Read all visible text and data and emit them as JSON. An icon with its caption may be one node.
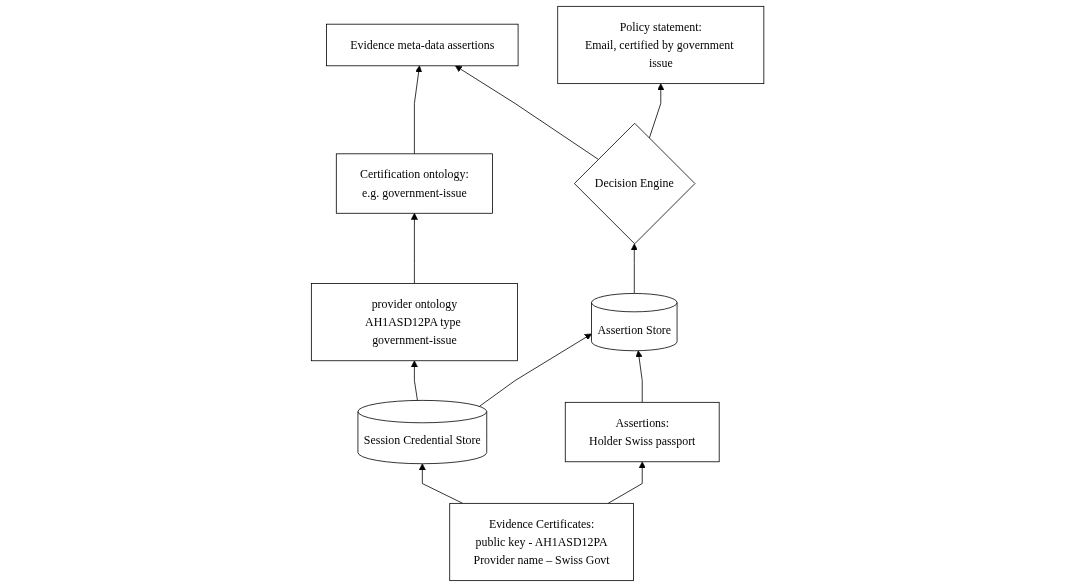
{
  "diagram": {
    "nodes": [
      {
        "text": [
          "Evidence meta-data assertions"
        ]
      },
      {
        "text": [
          "Decision Engine"
        ]
      },
      {
        "text": [
          "Policy statement:",
          "Email, certified by government issue"
        ]
      },
      {
        "text": [
          "Certification ontology:",
          "e.g. government-issue"
        ]
      },
      {
        "text": [
          "provider ontology",
          "AH1ASD12PA type government-issue"
        ]
      },
      {
        "text": [
          "Evidence Certificates:",
          "public key - AH1ASD12PA",
          "Provider name – Swiss Govt"
        ]
      },
      {
        "text": [
          "Session Credential Store"
        ]
      },
      {
        "text": [
          "Assertions:",
          "Holder Swiss passport"
        ]
      },
      {
        "text": [
          "Assertion Store"
        ]
      }
    ],
    "edges": [
      {
        "from": 1,
        "to": 0,
        "arrow": "to"
      },
      {
        "from": 1,
        "to": 2,
        "arrow": "to"
      },
      {
        "from": 3,
        "to": 0,
        "arrow": "to"
      },
      {
        "from": 4,
        "to": 3,
        "arrow": "to"
      },
      {
        "from": 6,
        "to": 4,
        "arrow": "to"
      },
      {
        "from": 5,
        "to": 6,
        "arrow": "to"
      },
      {
        "from": 5,
        "to": 7,
        "arrow": "to"
      },
      {
        "from": 6,
        "to": 8,
        "arrow": "to"
      },
      {
        "from": 7,
        "to": 8,
        "arrow": "to"
      },
      {
        "from": 8,
        "to": 1,
        "arrow": "to"
      }
    ]
  }
}
